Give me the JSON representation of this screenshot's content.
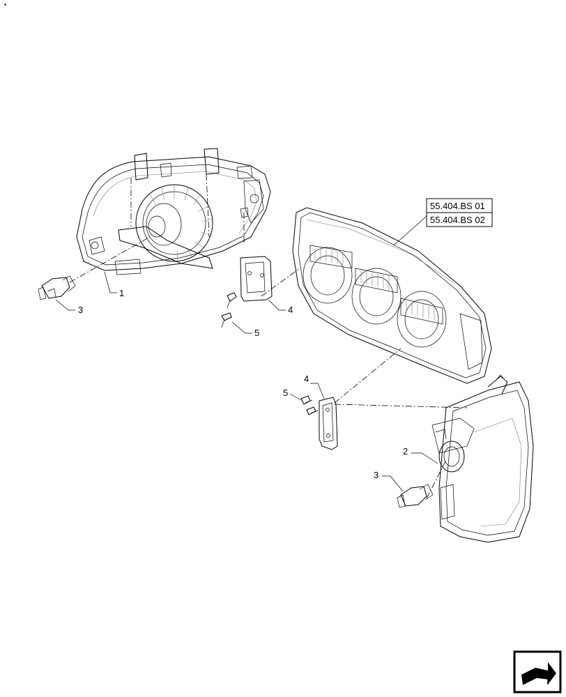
{
  "references": [
    "55.404.BS 01",
    "55.404.BS 02"
  ],
  "callouts": {
    "c1": "1",
    "c2": "2",
    "c3a": "3",
    "c3b": "3",
    "c4a": "4",
    "c4b": "4",
    "c5a": "5",
    "c5b": "5"
  },
  "corner_mark": "•",
  "nav_icon": "next-page-arrow-icon"
}
